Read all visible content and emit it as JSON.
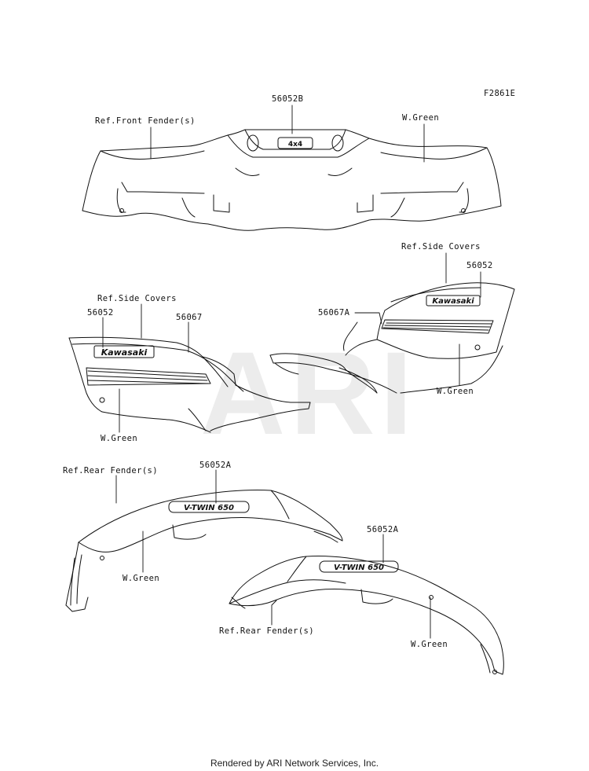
{
  "diagram": {
    "code": "F2861E",
    "footer": "Rendered by ARI Network Services, Inc.",
    "watermark": "ARI",
    "emblem_text": {
      "front_4x4": "4x4",
      "left_brand": "Kawasaki",
      "right_brand": "Kawasaki",
      "rear_left_model": "V-TWIN 650",
      "rear_right_model": "V-TWIN 650"
    },
    "labels": {
      "p56052b": "56052B",
      "ref_front_fender": "Ref.Front Fender(s)",
      "w_green_front": "W.Green",
      "ref_side_covers_right": "Ref.Side Covers",
      "p56052_right": "56052",
      "p56067a": "56067A",
      "w_green_right_side": "W.Green",
      "ref_side_covers_left": "Ref.Side Covers",
      "p56052_left": "56052",
      "p56067": "56067",
      "w_green_left_side": "W.Green",
      "ref_rear_fender_left": "Ref.Rear Fender(s)",
      "p56052a_left": "56052A",
      "w_green_rear_left": "W.Green",
      "p56052a_right": "56052A",
      "ref_rear_fender_right": "Ref.Rear Fender(s)",
      "w_green_rear_right": "W.Green"
    }
  }
}
